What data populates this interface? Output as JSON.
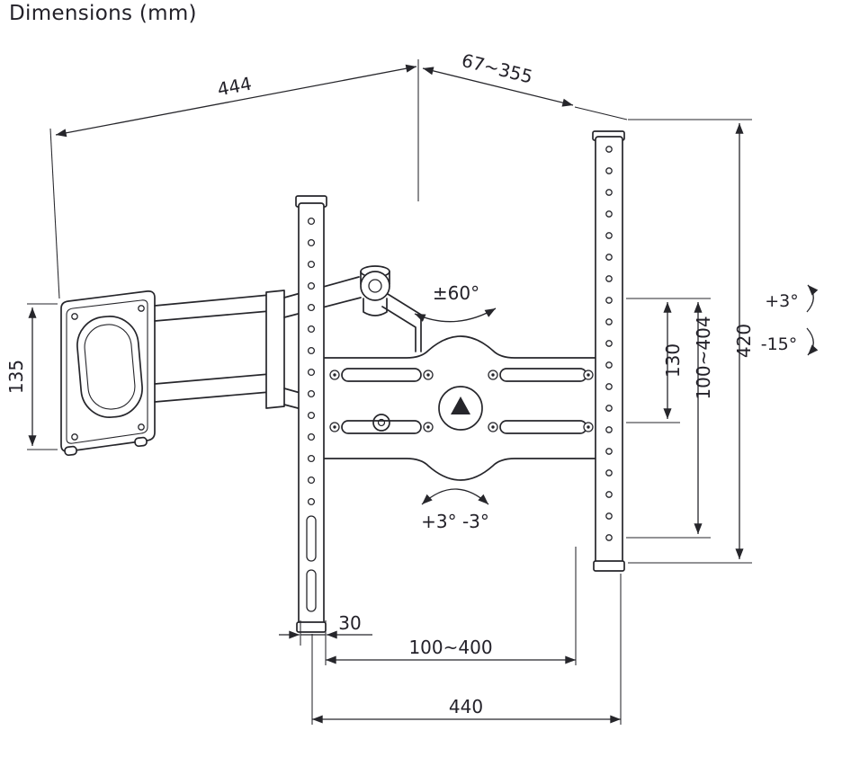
{
  "title": "Dimensions (mm)",
  "colors": {
    "line": "#26262b",
    "text": "#232129",
    "background": "#ffffff"
  },
  "dimensions": {
    "arm_reach": "444",
    "extension_range": "67~355",
    "wall_plate_height": "135",
    "hole_span": "130",
    "vesa_height_range": "100~404",
    "plate_height": "420",
    "slot_offset": "30",
    "vesa_width_range": "100~400",
    "plate_width": "440"
  },
  "angles": {
    "swivel": "±60°",
    "tilt_up": "+3°",
    "tilt_down": "-15°",
    "level_adjustment": "+3° -3°"
  }
}
